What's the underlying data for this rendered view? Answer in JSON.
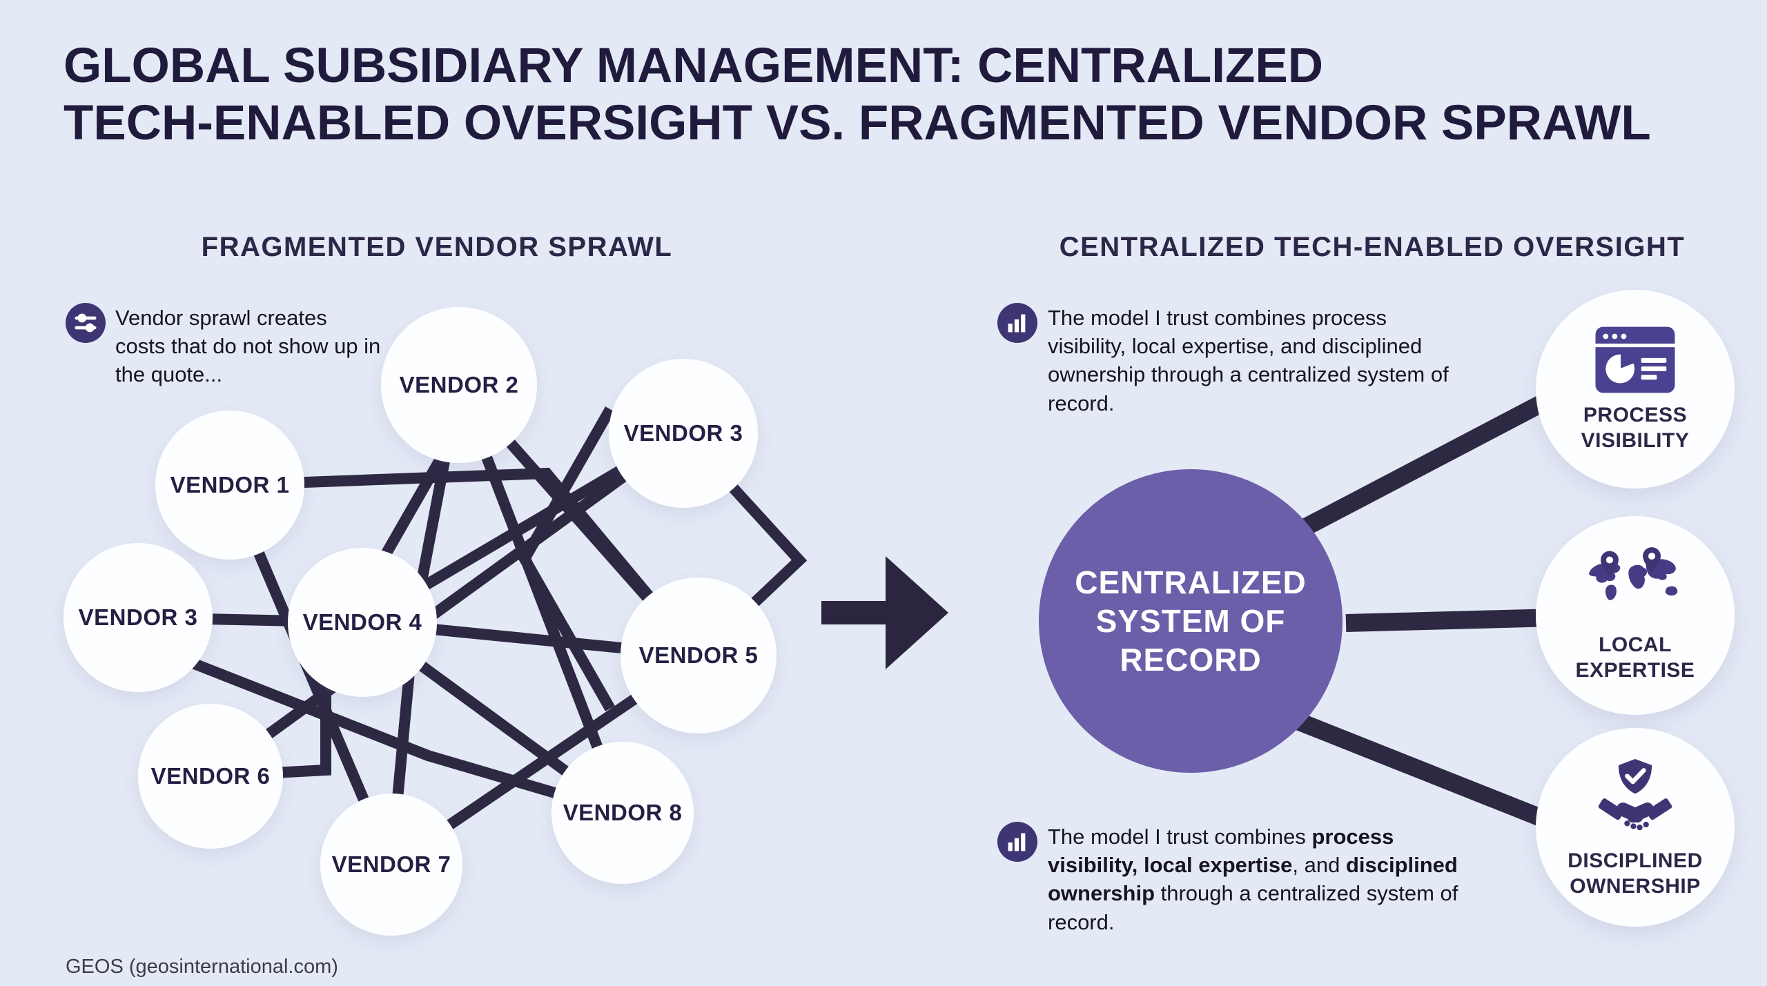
{
  "title": {
    "line1": "GLOBAL SUBSIDIARY MANAGEMENT: CENTRALIZED",
    "line2": "TECH-ENABLED OVERSIGHT VS. FRAGMENTED VENDOR SPRAWL"
  },
  "left": {
    "heading": "FRAGMENTED VENDOR SPRAWL",
    "note": {
      "icon": "sliders-icon",
      "segments": [
        {
          "text": "Vendor sprawl creates costs that do not show up in the quote...",
          "bold": false
        }
      ]
    },
    "vendors": [
      {
        "label": "VENDOR 1"
      },
      {
        "label": "VENDOR 2"
      },
      {
        "label": "VENDOR 3"
      },
      {
        "label": "VENDOR 3"
      },
      {
        "label": "VENDOR 4"
      },
      {
        "label": "VENDOR 5"
      },
      {
        "label": "VENDOR 6"
      },
      {
        "label": "VENDOR 7"
      },
      {
        "label": "VENDOR 8"
      }
    ]
  },
  "right": {
    "heading": "CENTRALIZED TECH-ENABLED OVERSIGHT",
    "note_top": {
      "icon": "bar-chart-icon",
      "segments": [
        {
          "text": "The model I trust combines process visibility, local expertise, and disciplined ownership through a centralized system of record.",
          "bold": false
        }
      ]
    },
    "note_bottom": {
      "icon": "bar-chart-icon",
      "segments": [
        {
          "text": "The model I trust combines ",
          "bold": false
        },
        {
          "text": "process visibility, local expertise",
          "bold": true
        },
        {
          "text": ", and ",
          "bold": false
        },
        {
          "text": "disciplined ownership",
          "bold": true
        },
        {
          "text": " through a centralized system of record.",
          "bold": false
        }
      ]
    },
    "center_label": "CENTRALIZED SYSTEM OF RECORD",
    "features": [
      {
        "label": "PROCESS VISIBILITY",
        "icon": "dashboard-report-icon"
      },
      {
        "label": "LOCAL EXPERTISE",
        "icon": "world-map-pins-icon"
      },
      {
        "label": "DISCIPLINED OWNERSHIP",
        "icon": "shield-handshake-icon"
      }
    ]
  },
  "footer": {
    "text": "GEOS (geosinternational.com)"
  },
  "colors": {
    "background": "#e4e9f6",
    "title_text": "#201b3d",
    "heading_text": "#2b2747",
    "line_dark": "#2e2943",
    "arrow_dark": "#2b2540",
    "central_purple": "#6a5fa8",
    "icon_indigo": "#3e3574",
    "feature_icon_purple": "#4a4190",
    "circle_white": "#fdfeff"
  }
}
